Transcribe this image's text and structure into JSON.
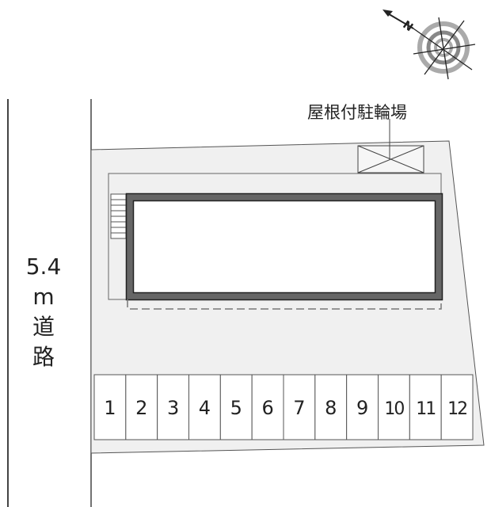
{
  "road": {
    "width": "5.4",
    "unit": "m",
    "name_line1": "道",
    "name_line2": "路"
  },
  "bike_shelter_label": "屋根付駐輪場",
  "compass": {
    "north_label": "N",
    "icon": "compass-rose-icon"
  },
  "parking_spaces": [
    "1",
    "2",
    "3",
    "4",
    "5",
    "6",
    "7",
    "8",
    "9",
    "10",
    "11",
    "12"
  ],
  "colors": {
    "lot": "#f0f0f0",
    "building_wall": "#666666",
    "lines": "#555555"
  }
}
